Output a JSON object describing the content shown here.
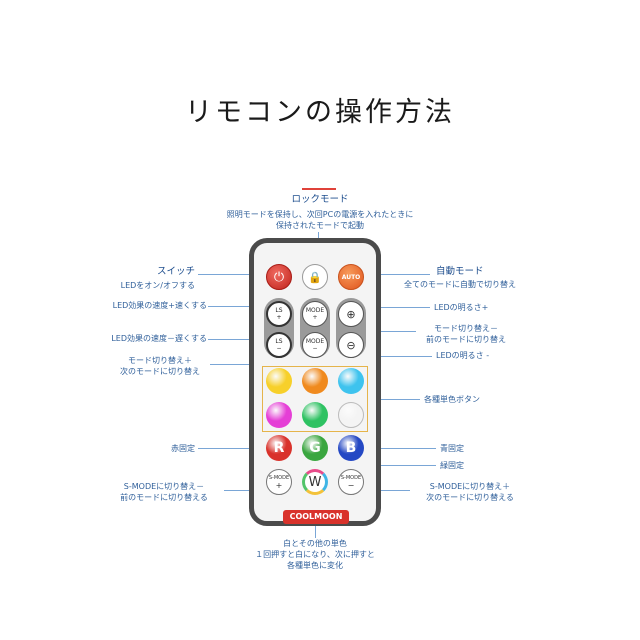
{
  "title": "リモコンの操作方法",
  "brand": "COOLMOON",
  "labels": {
    "lock_title": "ロックモード",
    "lock_desc1": "照明モードを保持し、次回PCの電源を入れたときに",
    "lock_desc2": "保持されたモードで起動",
    "switch_title": "スイッチ",
    "switch_desc": "LEDをオン/オフする",
    "auto_title": "自動モード",
    "auto_desc": "全てのモードに自動で切り替え",
    "speed_up": "LED効果の速度+速くする",
    "speed_down": "LED効果の速度－遅くする",
    "bright_up": "LEDの明るさ+",
    "bright_down": "LEDの明るさ -",
    "mode_prev1": "モード切り替え－",
    "mode_prev2": "前のモードに切り替え",
    "mode_next1": "モード切り替え＋",
    "mode_next2": "次のモードに切り替え",
    "single_color": "各種単色ボタン",
    "red_fixed": "赤固定",
    "blue_fixed": "青固定",
    "green_fixed": "緑固定",
    "smode_prev1": "S-MODEに切り替え－",
    "smode_prev2": "前のモードに切り替える",
    "smode_next1": "S-MODEに切り替え＋",
    "smode_next2": "次のモードに切り替える",
    "white1": "白とその他の単色",
    "white2": "１回押すと白になり、次に押すと",
    "white3": "各種単色に変化"
  },
  "buttons": {
    "power": "⏻",
    "lock": "🔒",
    "auto": "AUTO",
    "ls": "LS",
    "mode": "MODE",
    "plus": "+",
    "minus": "−",
    "r": "R",
    "g": "G",
    "b": "B",
    "w": "W",
    "smode": "S-MODE"
  },
  "colors": {
    "yellow": "#f7d02a",
    "orange": "#f08a1e",
    "cyan": "#3ec3ee",
    "magenta": "#e53fd6",
    "green": "#2ec262",
    "white": "#f4f4f4",
    "red": "#d9322b",
    "green_btn": "#3aa63f",
    "blue_btn": "#2448c4"
  }
}
